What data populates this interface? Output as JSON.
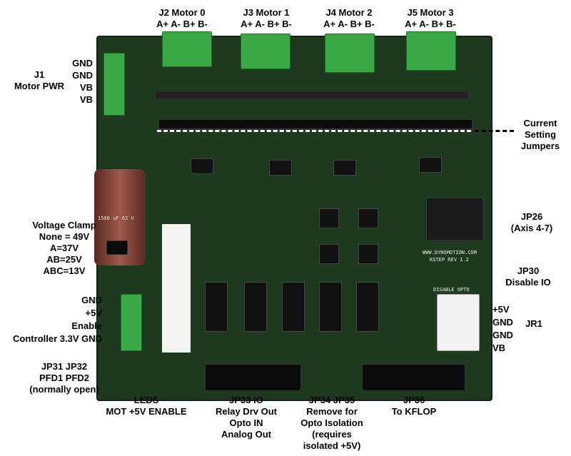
{
  "motors": [
    {
      "name": "J2 Motor 0",
      "pins": "A+ A- B+ B-"
    },
    {
      "name": "J3 Motor 1",
      "pins": "A+ A- B+ B-"
    },
    {
      "name": "J4 Motor 2",
      "pins": "A+ A- B+ B-"
    },
    {
      "name": "J5 Motor 3",
      "pins": "A+ A- B+ B-"
    }
  ],
  "j1": {
    "pins": [
      "GND",
      "GND",
      "VB",
      "VB"
    ],
    "title": "J1",
    "subtitle": "Motor PWR"
  },
  "current": {
    "line1": "Current",
    "line2": "Setting",
    "line3": "Jumpers"
  },
  "clamp": [
    "Voltage Clamp",
    "None = 49V",
    "A=37V",
    "AB=25V",
    "ABC=13V"
  ],
  "enable_conn": [
    "GND",
    "+5V",
    "Enable",
    "Controller 3.3V GND"
  ],
  "jp31": [
    "JP31 JP32",
    "PFD1 PFD2",
    "(normally open)"
  ],
  "leds": [
    "LEDS",
    "MOT +5V  ENABLE"
  ],
  "jp33": [
    "JP33 IO",
    "Relay Drv Out",
    "Opto IN",
    "Analog Out"
  ],
  "jp34": [
    "JP34 JP35",
    "Remove for",
    "Opto Isolation",
    "(requires",
    "isolated +5V)"
  ],
  "jp36": [
    "JP36",
    "To KFLOP"
  ],
  "jp26": [
    "JP26",
    "(Axis 4-7)"
  ],
  "jp30": [
    "JP30",
    "Disable IO"
  ],
  "jr1": {
    "pins": [
      "+5V",
      "GND",
      "GND",
      "VB"
    ],
    "name": "JR1"
  },
  "silk": {
    "brand": "WWW.DYNOMOTION.COM",
    "rev": "KSTEP  REV 1.2",
    "cap": "1500 uF 63 V",
    "disable": "DISABLE OPTO"
  }
}
